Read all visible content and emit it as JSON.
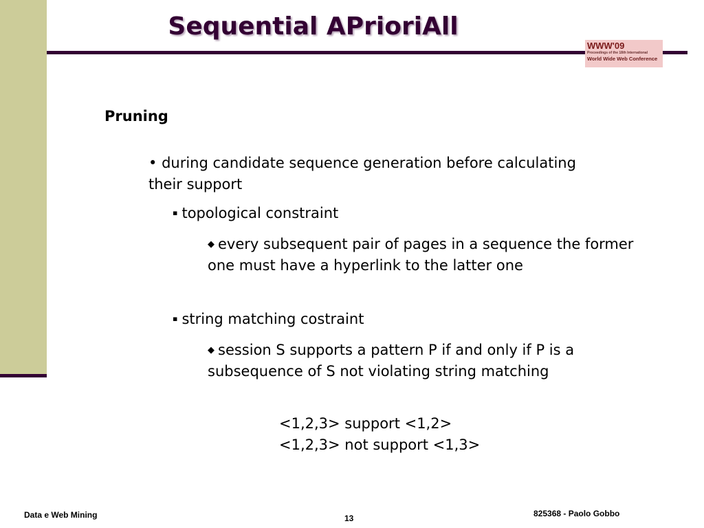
{
  "slide": {
    "title": "Sequential APrioriAll",
    "logo": {
      "main": "WWW'09",
      "sub1": "Proceedings of the 18th International",
      "sub2": "World Wide Web Conference"
    },
    "subheading": "Pruning",
    "bullets": {
      "l1": {
        "marker": "•",
        "text": "during candidate sequence generation before calculating their support"
      },
      "l2a": {
        "marker": "▪",
        "text": "topological constraint"
      },
      "l3a": {
        "marker": "◆",
        "text": "every subsequent pair of pages in a sequence the former one must have a hyperlink to the latter one"
      },
      "l2b": {
        "marker": "▪",
        "text": "string matching costraint"
      },
      "l3b": {
        "marker": "◆",
        "text": "session S supports a pattern P if and only if P is a subsequence of S not violating string matching"
      }
    },
    "examples": [
      "<1,2,3> support <1,2>",
      "<1,2,3> not support <1,3>"
    ]
  },
  "footer": {
    "left": "Data e Web Mining",
    "page_number": "13",
    "right": "825368 - Paolo Gobbo"
  },
  "colors": {
    "accent": "#330033",
    "sidebar": "#cccc99",
    "logo_bg": "#f2c9c9"
  }
}
